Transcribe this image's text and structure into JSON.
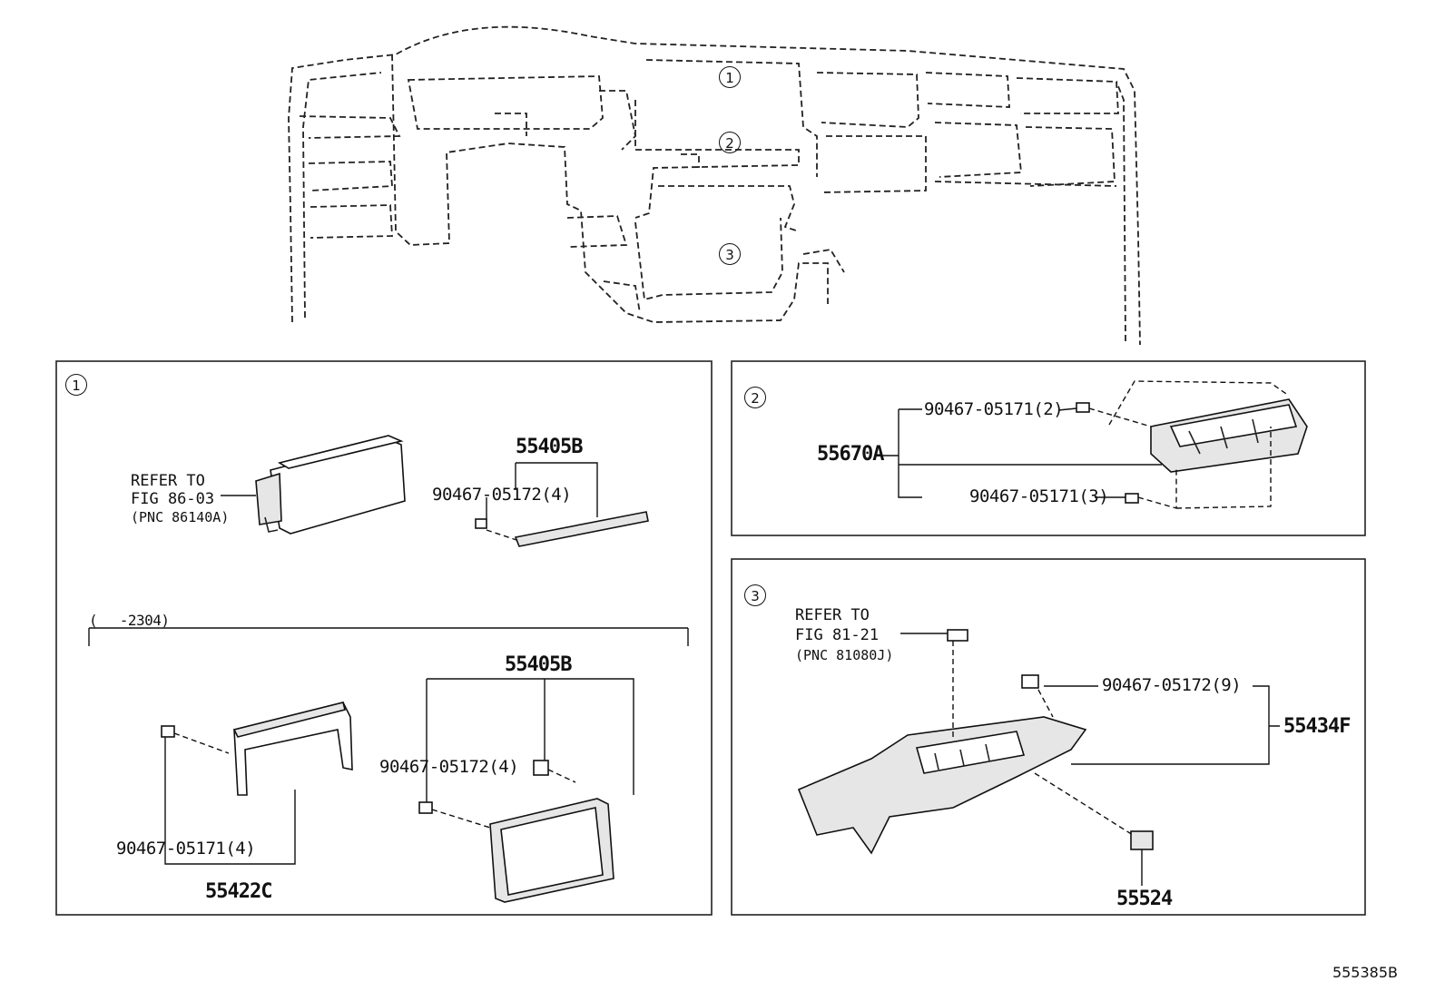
{
  "figure_code": "555385B",
  "callouts": {
    "c1": "1",
    "c2": "2",
    "c3": "3"
  },
  "panel1": {
    "refer": [
      "REFER TO",
      "FIG 86-03",
      "(PNC 86140A)"
    ],
    "part_upper": "55405B",
    "screw_upper": "90467-05172(4)",
    "variant": "(　 -2304)",
    "part_lower": "55405B",
    "screw_lower": "90467-05172(4)",
    "clip_lower": "90467-05171(4)",
    "part_bracket": "55422C"
  },
  "panel2": {
    "part": "55670A",
    "clip_top": "90467-05171(2)",
    "clip_bottom": "90467-05171(3)"
  },
  "panel3": {
    "refer": [
      "REFER TO",
      "FIG 81-21",
      "(PNC 81080J)"
    ],
    "screw": "90467-05172(9)",
    "part": "55434F",
    "part_switch": "55524"
  }
}
